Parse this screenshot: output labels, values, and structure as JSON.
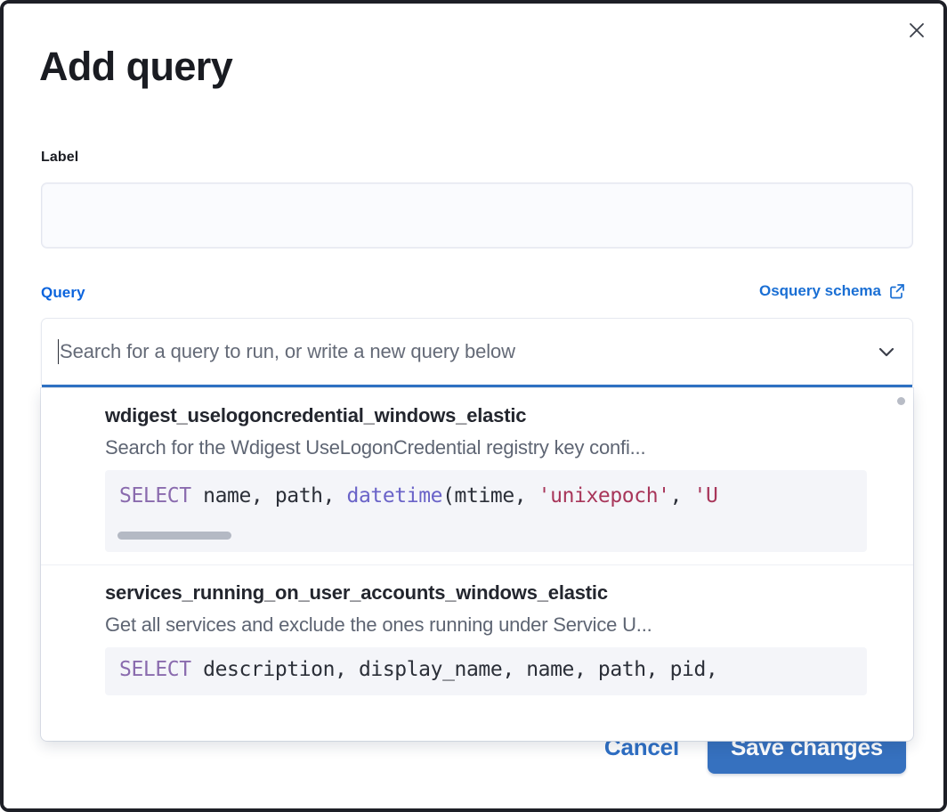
{
  "dialog": {
    "title": "Add query",
    "close_icon": "close-icon"
  },
  "label_field": {
    "label": "Label",
    "value": "",
    "placeholder": ""
  },
  "query_field": {
    "label": "Query",
    "schema_link_text": "Osquery schema",
    "schema_link_icon": "external-link-icon",
    "combobox_placeholder": "Search for a query to run, or write a new query below",
    "combobox_value": "",
    "chevron_icon": "chevron-down-icon"
  },
  "dropdown": {
    "options": [
      {
        "title": "wdigest_uselogoncredential_windows_elastic",
        "description": "Search for the Wdigest UseLogonCredential registry key confi...",
        "sql": {
          "keyword": "SELECT",
          "mid1": " name, path, ",
          "func": "datetime",
          "mid2": "(mtime, ",
          "str1": "'unixepoch'",
          "mid3": ", ",
          "str2": "'U"
        },
        "has_hscrollbar": true
      },
      {
        "title": "services_running_on_user_accounts_windows_elastic",
        "description": "Get all services and exclude the ones running under Service U...",
        "sql": {
          "keyword": "SELECT",
          "mid1": " description, display_name, name, path, pid,",
          "func": "",
          "mid2": "",
          "str1": "",
          "mid3": "",
          "str2": ""
        },
        "has_hscrollbar": false
      }
    ]
  },
  "footer": {
    "cancel_label": "Cancel",
    "save_label": "Save changes"
  },
  "colors": {
    "accent_blue": "#2f72c4",
    "link_blue": "#1a6fd4",
    "save_button": "#3671bf",
    "sql_keyword": "#8a6bae",
    "sql_function": "#6a63c8",
    "sql_string": "#a8365a",
    "code_bg": "#f4f5f9",
    "frame": "#1d1f26"
  }
}
